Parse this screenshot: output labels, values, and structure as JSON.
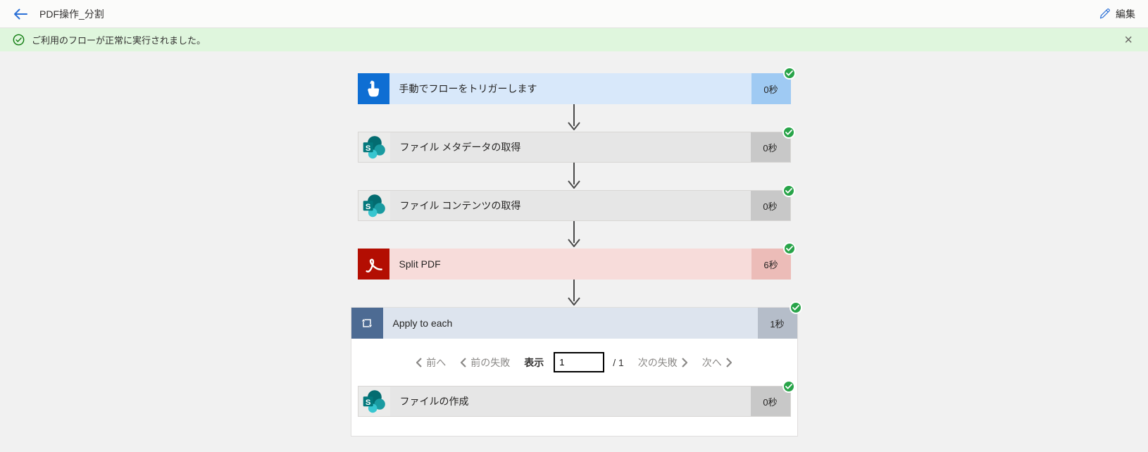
{
  "header": {
    "title": "PDF操作_分割",
    "edit_label": "編集"
  },
  "banner": {
    "message": "ご利用のフローが正常に実行されました。",
    "close_glyph": "×"
  },
  "icons": {
    "sharepoint_letter": "S"
  },
  "flow": {
    "nodes": [
      {
        "label": "手動でフローをトリガーします",
        "duration": "0秒",
        "icon": "touch-trigger",
        "status": "success"
      },
      {
        "label": "ファイル メタデータの取得",
        "duration": "0秒",
        "icon": "sharepoint",
        "status": "success"
      },
      {
        "label": "ファイル コンテンツの取得",
        "duration": "0秒",
        "icon": "sharepoint",
        "status": "success"
      },
      {
        "label": "Split PDF",
        "duration": "6秒",
        "icon": "adobe-pdf",
        "status": "success"
      },
      {
        "label": "Apply to each",
        "duration": "1秒",
        "icon": "loop",
        "status": "success"
      }
    ],
    "pagination": {
      "prev": "前へ",
      "prev_fail": "前の失敗",
      "display": "表示",
      "value": "1",
      "total": "/ 1",
      "next_fail": "次の失敗",
      "next": "次へ"
    },
    "child": {
      "label": "ファイルの作成",
      "duration": "0秒",
      "icon": "sharepoint",
      "status": "success"
    }
  },
  "colors": {
    "accent_blue": "#0e6ed3",
    "trigger_body": "#d8e8fa",
    "sharepoint_teal": "#036c70",
    "adobe_red": "#b30e02",
    "loop_slate": "#4d6b93",
    "success_badge": "#28a449",
    "banner_green_bg": "#dff6dd",
    "banner_green_icon": "#107c10",
    "canvas_bg": "#f1f1f1"
  }
}
